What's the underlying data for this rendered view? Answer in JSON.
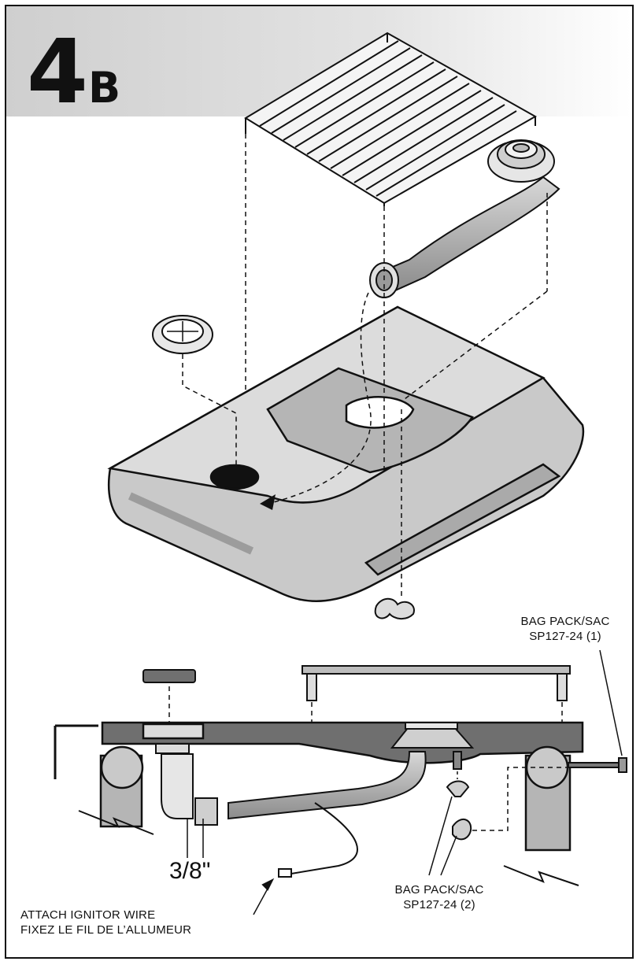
{
  "step": {
    "number": "4",
    "letter": "B"
  },
  "labels": {
    "bag_pack_1_line1": "BAG PACK/SAC",
    "bag_pack_1_line2": "SP127-24 (1)",
    "bag_pack_2_line1": "BAG PACK/SAC",
    "bag_pack_2_line2": "SP127-24 (2)",
    "measurement": "3/8\"",
    "ignitor_line1": "ATTACH IGNITOR WIRE",
    "ignitor_line2": "FIXEZ LE FIL DE L’ALLUMEUR"
  },
  "colors": {
    "header_band": "#d9d9d9",
    "tray_body": "#c8c8c8",
    "cutaway_dark": "#6f6f6f",
    "pipe": "#9a9a9a",
    "outline": "#111111"
  }
}
